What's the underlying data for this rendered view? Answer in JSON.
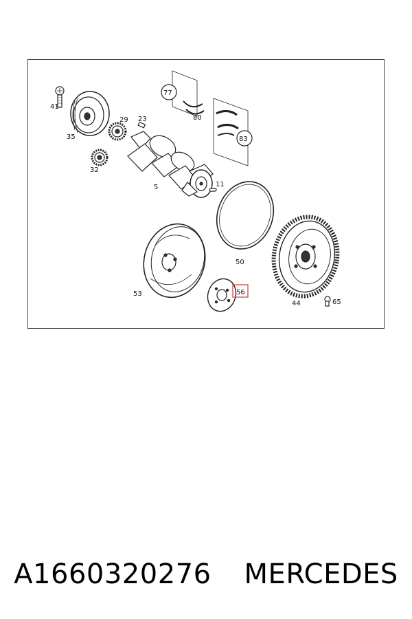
{
  "diagram": {
    "callouts": {
      "p41": "41",
      "p35": "35",
      "p29": "29",
      "p23": "23",
      "p32": "32",
      "p5": "5",
      "p77": "77",
      "p80": "80",
      "p83": "83",
      "p11": "11",
      "p50": "50",
      "p53": "53",
      "p56": "56",
      "p44": "44",
      "p65": "65"
    },
    "highlight_color": "#e03030"
  },
  "footer": {
    "part_number": "A1660320276",
    "brand": "MERCEDES"
  }
}
